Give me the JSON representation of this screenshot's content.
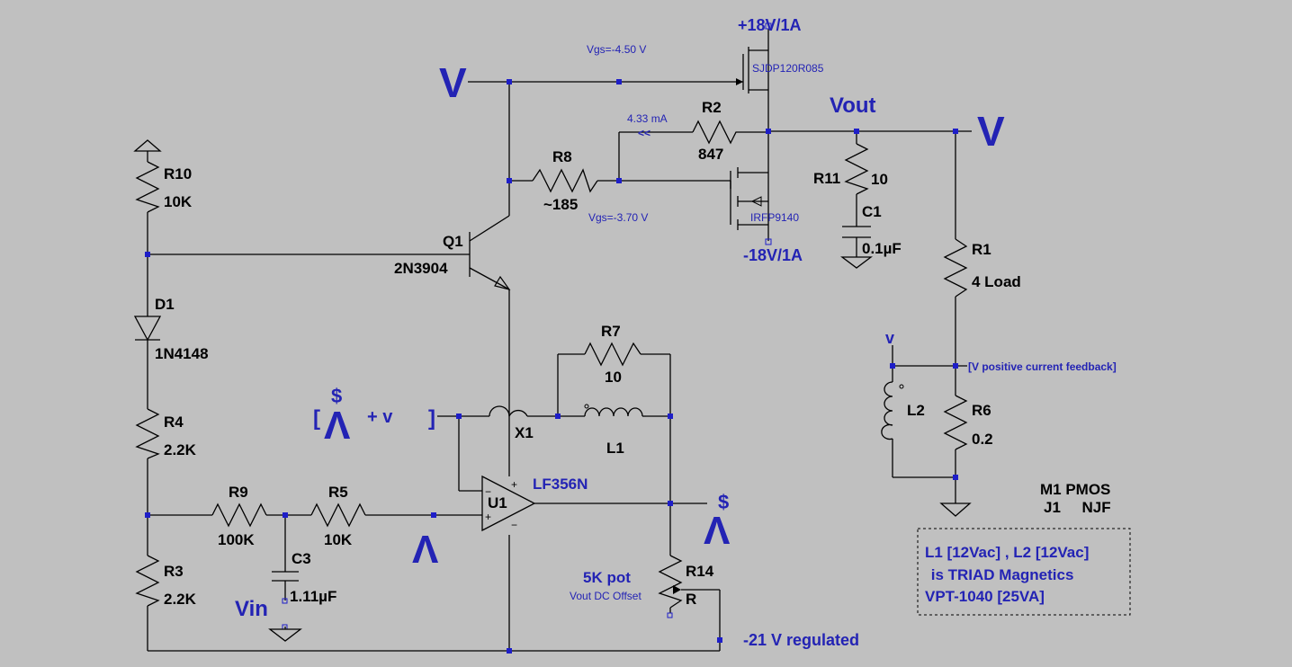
{
  "net_labels": {
    "v_top_left": "V",
    "v_right": "V",
    "v_small": "v",
    "vout": "Vout",
    "vin": "Vin",
    "pos_supply": "+18V/1A",
    "neg_supply": "-18V/1A",
    "neg_regulated": "-21 V regulated",
    "feedback_note": "[V positive current feedback]",
    "lambda_sym": "Λ",
    "dollar": "$",
    "bracket_open": "[",
    "bracket_close": "]",
    "plus_v": "+ v"
  },
  "measurements": {
    "vgs_top": "Vgs=-4.50 V",
    "vgs_bottom": "Vgs=-3.70 V",
    "current": "4.33 mA",
    "arrow": "<<"
  },
  "components": {
    "r10": {
      "name": "R10",
      "value": "10K"
    },
    "d1": {
      "name": "D1",
      "value": "1N4148"
    },
    "r4": {
      "name": "R4",
      "value": "2.2K"
    },
    "r3": {
      "name": "R3",
      "value": "2.2K"
    },
    "r9": {
      "name": "R9",
      "value": "100K"
    },
    "c3": {
      "name": "C3",
      "value": "1.11µF"
    },
    "r5": {
      "name": "R5",
      "value": "10K"
    },
    "q1": {
      "name": "Q1",
      "value": "2N3904"
    },
    "r8": {
      "name": "R8",
      "value": "~185"
    },
    "r2": {
      "name": "R2",
      "value": "847"
    },
    "m_top": {
      "value": "SJDP120R085"
    },
    "m_bot": {
      "value": "IRFP9140"
    },
    "r11": {
      "name": "R11",
      "value": "10"
    },
    "c1": {
      "name": "C1",
      "value": "0.1µF"
    },
    "r1": {
      "name": "R1",
      "value": "4 Load"
    },
    "r7": {
      "name": "R7",
      "value": "10"
    },
    "l1": {
      "name": "L1"
    },
    "x1": {
      "name": "X1"
    },
    "u1": {
      "name": "U1",
      "value": "LF356N"
    },
    "r14": {
      "name": "R14",
      "value": "R",
      "desc": "5K pot",
      "sub": "Vout DC Offset"
    },
    "l2": {
      "name": "L2"
    },
    "r6": {
      "name": "R6",
      "value": "0.2"
    }
  },
  "model_notes": {
    "line1": "M1 PMOS",
    "line2": "J1     NJF"
  },
  "info_box": {
    "line1": "L1 [12Vac] , L2 [12Vac]",
    "line2": " is TRIAD Magnetics",
    "line3": "VPT-1040 [25VA]"
  },
  "colors": {
    "background": "#c0c0c0",
    "wire": "#000000",
    "net_label": "#2323b4",
    "junction": "#1e1ec8"
  }
}
